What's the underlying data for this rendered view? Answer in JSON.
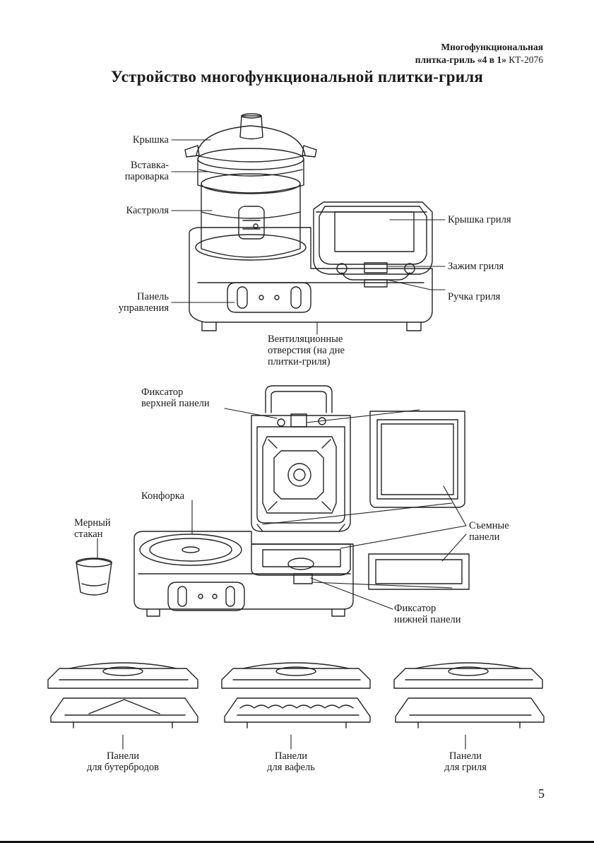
{
  "header": {
    "line1": "Многофункциональная",
    "line2_bold": "плитка-гриль «4 в 1»",
    "line2_model": " КТ-2076"
  },
  "title": "Устройство многофункциональной плитки-гриля",
  "top_labels": {
    "lid": "Крышка",
    "steamer_1": "Вставка-",
    "steamer_2": "пароварка",
    "pot": "Кастрюля",
    "panel_1": "Панель",
    "panel_2": "управления",
    "grill_lid": "Крышка гриля",
    "grill_clamp": "Зажим гриля",
    "grill_handle": "Ручка гриля",
    "vents_1": "Вентиляционные",
    "vents_2": "отверстия (на дне",
    "vents_3": "плитки-гриля)"
  },
  "middle_labels": {
    "upper_lock_1": "Фиксатор",
    "upper_lock_2": "верхней панели",
    "burner": "Конфорка",
    "cup_1": "Мерный",
    "cup_2": "стакан",
    "removable_1": "Съемные",
    "removable_2": "панели",
    "lower_lock_1": "Фиксатор",
    "lower_lock_2": "нижней панели"
  },
  "bottom_labels": [
    {
      "line1": "Панели",
      "line2": "для бутербродов"
    },
    {
      "line1": "Панели",
      "line2": "для вафель"
    },
    {
      "line1": "Панели",
      "line2": "для гриля"
    }
  ],
  "page_number": "5"
}
